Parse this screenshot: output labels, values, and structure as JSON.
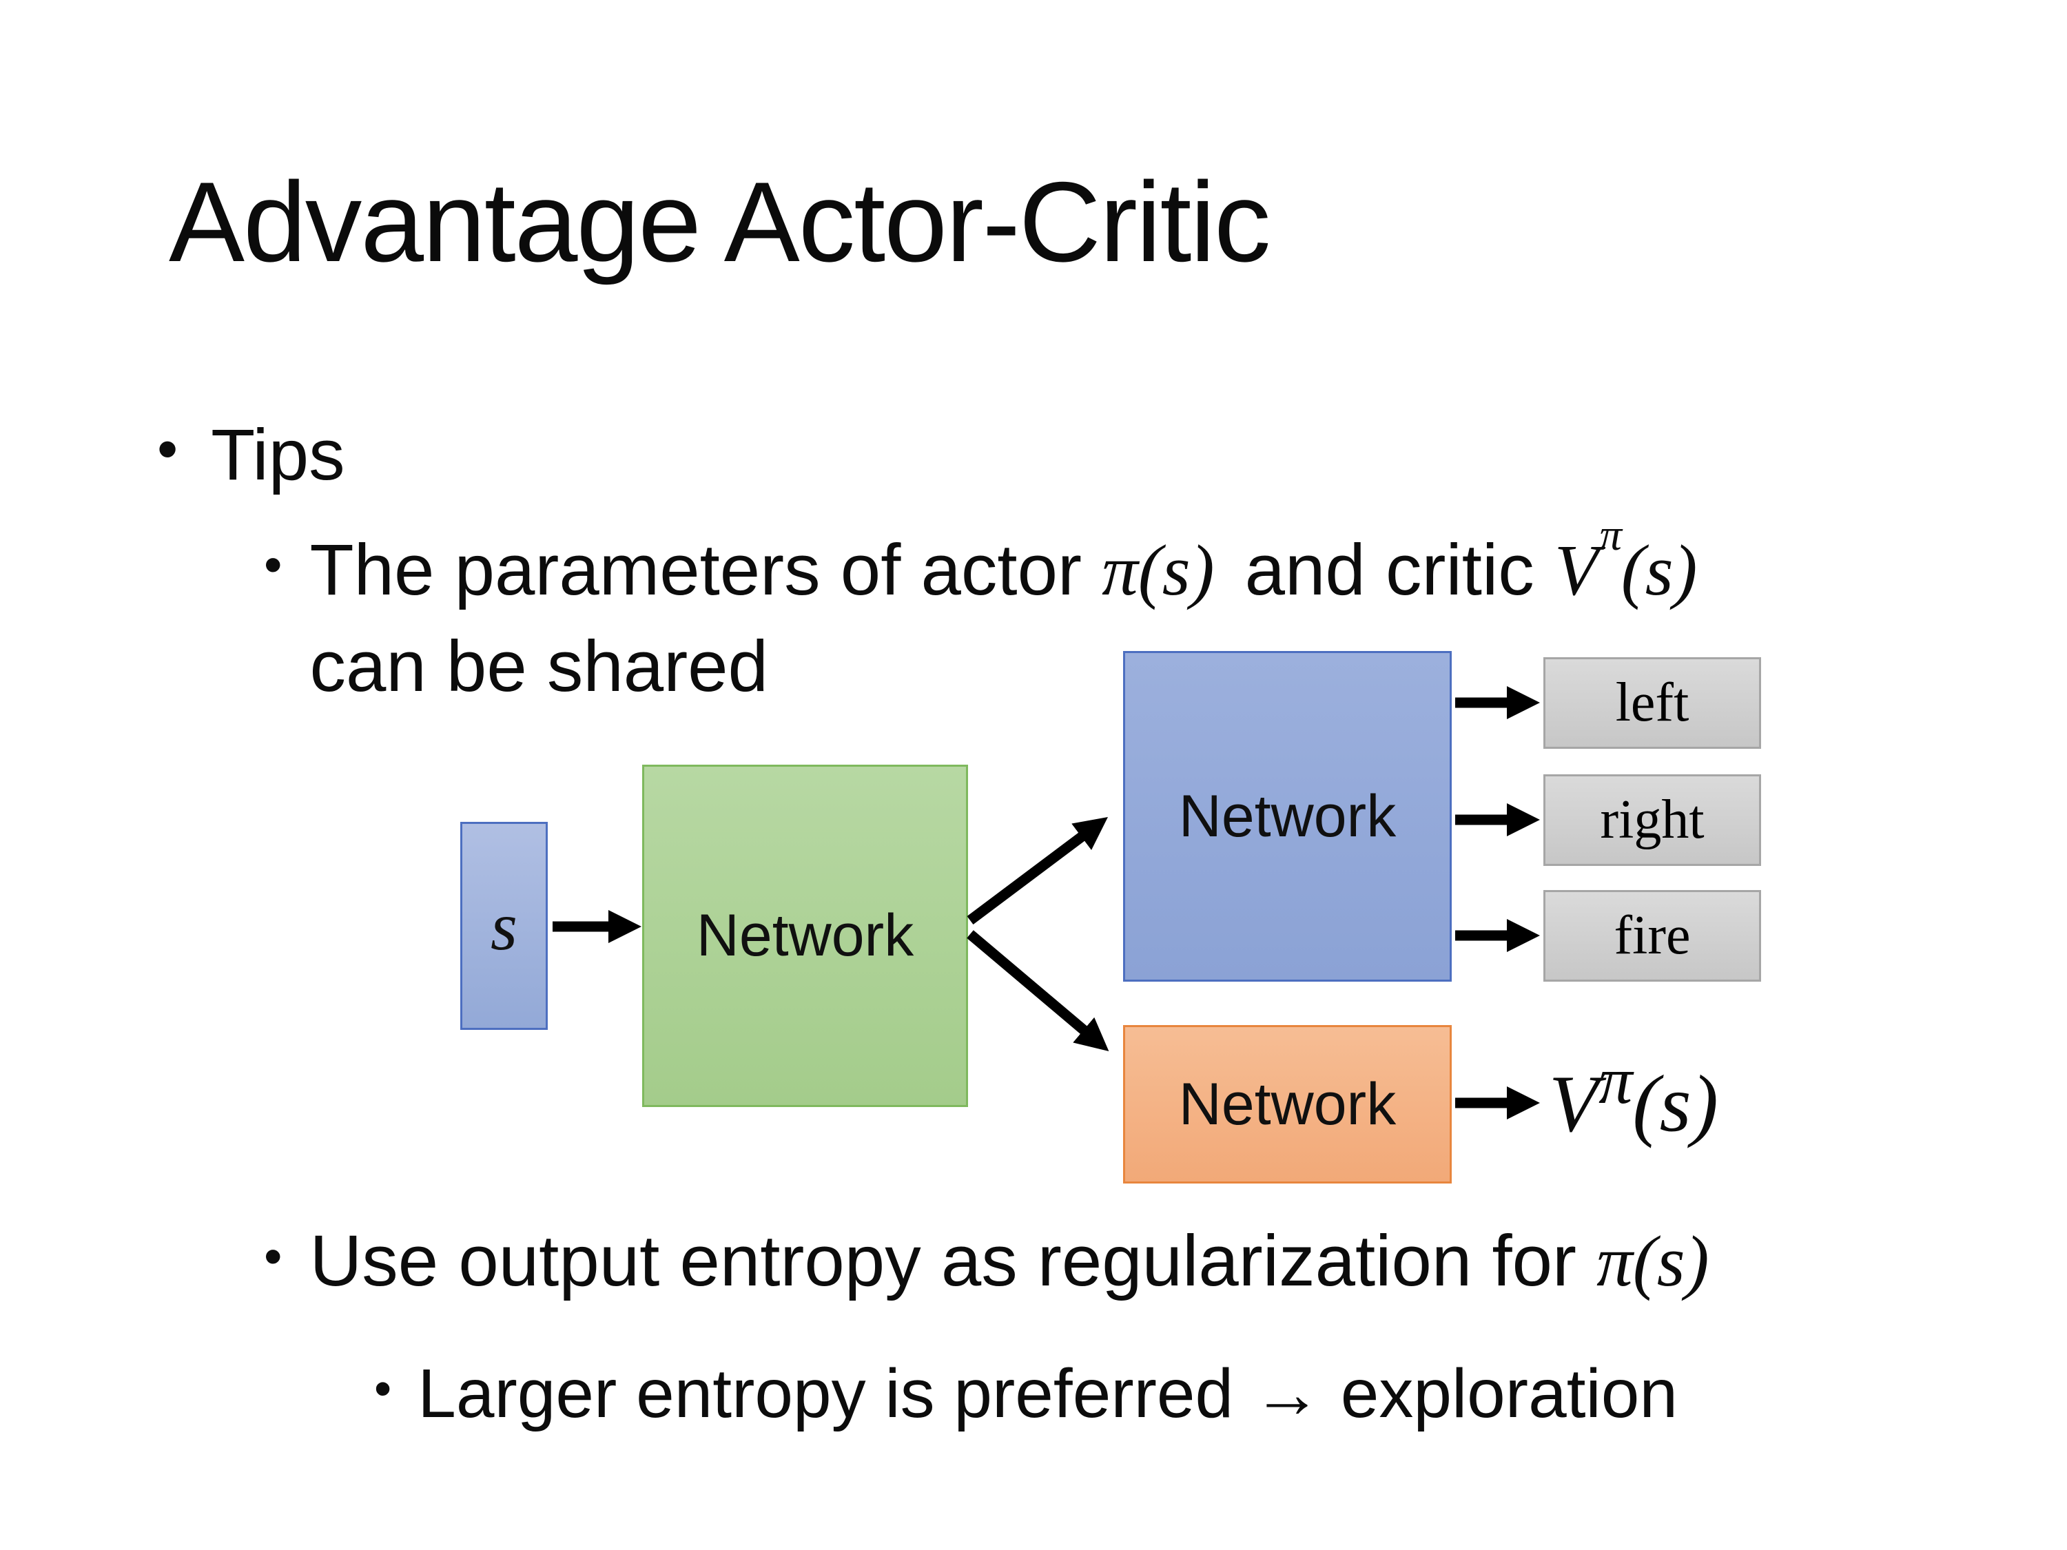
{
  "slide_title": "Advantage Actor-Critic",
  "bullet_char": "•",
  "tips": {
    "label": "Tips"
  },
  "shared_params": {
    "line1_pre": "The parameters of actor ",
    "actor_math": "π(s)",
    "line1_mid": "and critic ",
    "critic_V": "V",
    "critic_sup": "π",
    "critic_args": "(s)",
    "line2": "can be shared"
  },
  "entropy": {
    "line_pre": "Use output entropy as regularization for ",
    "math": "π(s)"
  },
  "exploration": {
    "line": "Larger entropy is preferred → exploration"
  },
  "diagram": {
    "input_label": "s",
    "shared_network": "Network",
    "actor_network": "Network",
    "critic_network": "Network",
    "actions": [
      "left",
      "right",
      "fire"
    ],
    "critic_output": {
      "V": "V",
      "sup": "π",
      "args": "(s)"
    },
    "colors": {
      "input_fill": "#a0b3dd",
      "input_border": "#4d6fc0",
      "shared_fill": "#aed297",
      "shared_border": "#7fb95e",
      "actor_fill": "#93a8d9",
      "actor_border": "#4d6fc0",
      "critic_fill": "#f4b286",
      "critic_border": "#e8863e",
      "action_fill": "#d1d1d1",
      "action_border": "#a6a6a6",
      "arrow": "#000000",
      "background": "#ffffff",
      "text": "#0c0c0c"
    }
  }
}
